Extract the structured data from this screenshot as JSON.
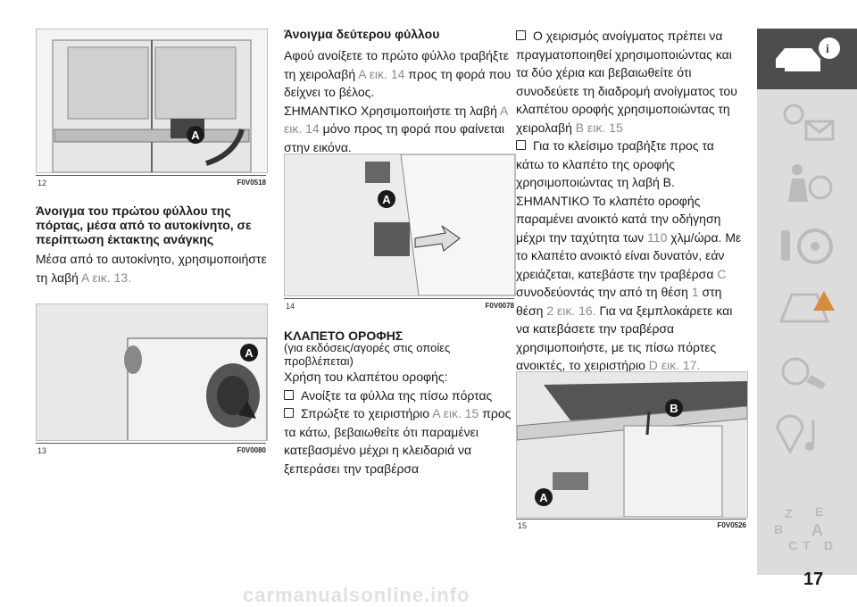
{
  "figures": {
    "f12": {
      "number": "12",
      "code": "F0V0518",
      "callout": "A"
    },
    "f13": {
      "number": "13",
      "code": "F0V0080",
      "callout": "A"
    },
    "f14": {
      "number": "14",
      "code": "F0V0078",
      "callout": "A"
    },
    "f15": {
      "number": "15",
      "code": "F0V0526",
      "callout_a": "A",
      "callout_b": "B"
    }
  },
  "col1": {
    "heading": "Άνοιγμα του πρώτου φύλλου της πόρτας, μέσα από το αυτοκίνητο, σε περίπτωση έκτακτης ανάγκης",
    "text1": "Μέσα από το αυτοκίνητο, χρησιμοποιήστε τη λαβή ",
    "ref": "Α εικ. 13."
  },
  "col2": {
    "heading": "Άνοιγμα δεύτερου φύλλου",
    "p1_a": "Αφού ανοίξετε το πρώτο φύλλο τραβήξτε τη χειρολαβή ",
    "p1_ref": "Α εικ. 14",
    "p1_b": " προς τη φορά που δείχνει το βέλος.",
    "p2_a": "ΣΗΜΑΝΤΙΚΟ Χρησιμοποιήστε τη λαβή ",
    "p2_ref": "Α εικ. 14",
    "p2_b": " μόνο προς τη φορά που φαίνεται στην εικόνα.",
    "roof_heading": "ΚΛΑΠΕΤΟ ΟΡΟΦΗΣ",
    "roof_sub": "(για εκδόσεις/αγορές στις οποίες προβλέπεται)",
    "roof_intro": "Χρήση του κλαπέτου οροφής:",
    "b1": "Ανοίξτε τα φύλλα της πίσω πόρτας",
    "b2_a": "Σπρώξτε το χειριστήριο ",
    "b2_ref": "Α εικ. 15",
    "b2_b": " προς τα κάτω, βεβαιωθείτε ότι παραμένει κατεβασμένο μέχρι η κλειδαριά να ξεπεράσει την τραβέρσα"
  },
  "col3": {
    "b3": "Ο χειρισμός ανοίγματος πρέπει να πραγματοποιηθεί χρησιμοποιώντας και τα δύο χέρια και βεβαιωθείτε ότι συνοδεύετε τη διαδρομή ανοίγματος του κλαπέτου οροφής χρησιμοποιώντας τη χειρολαβή ",
    "b3_ref": "Β εικ. 15",
    "b4_a": "Για το κλείσιμο τραβήξτε προς τα κάτω το κλαπέτο της οροφής χρησιμοποιώντας τη λαβή Β. ΣΗΜΑΝΤΙΚΟ Το κλαπέτο οροφής παραμένει ανοικτό κατά την οδήγηση μέχρι την ταχύτητα των ",
    "b4_speed": "110",
    "b4_b": " χλμ/ώρα. Με το κλαπέτο ανοικτό είναι δυνατόν, εάν χρειάζεται, κατεβάστε την τραβέρσα ",
    "b4_c": "C",
    "b4_d": " συνοδεύοντάς την από τη θέση ",
    "b4_pos1": "1",
    "b4_e": " στη θέση ",
    "b4_pos2": "2 εικ. 16.",
    "b4_f": "Για να ξεμπλοκάρετε και να κατεβάσετε την τραβέρσα χρησιμοποιήστε, με τις πίσω πόρτες ανοικτές, το χειριστήριο ",
    "b4_ref": "D εικ. 17."
  },
  "sidebar": {
    "icons": [
      "car-info-icon",
      "dashboard-lights-icon",
      "seatbelt-airbag-icon",
      "steering-key-icon",
      "warning-triangle-icon",
      "wrench-icon",
      "music-navigation-icon",
      "alphabet-index-icon"
    ],
    "index_letters": [
      "Z",
      "E",
      "B",
      "A",
      "C",
      "T",
      "D"
    ]
  },
  "page_number": "17",
  "watermark": "carmanualsonline.info",
  "colors": {
    "sidebar_bg": "#dcdcdc",
    "sidebar_active": "#4d4d4d",
    "icon": "#bbbbbb",
    "accent_orange": "#d98a3a"
  }
}
